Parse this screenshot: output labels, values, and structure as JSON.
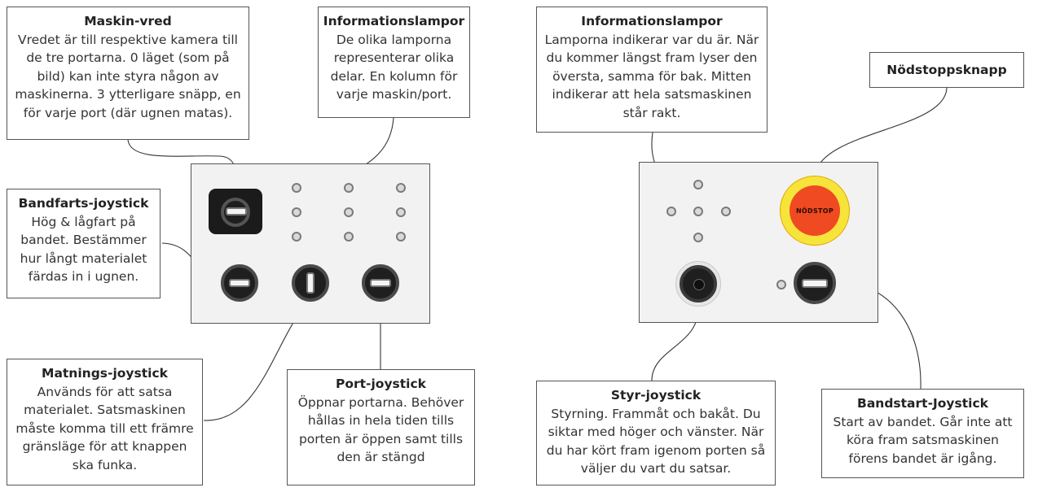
{
  "callouts": {
    "maskin_vred": {
      "title": "Maskin-vred",
      "body": "Vredet är till respektive kamera till de tre portarna. 0 läget (som på bild) kan inte styra någon av maskinerna. 3 ytterligare snäpp, en för varje port (där ugnen matas)."
    },
    "info_left": {
      "title": "Informationslampor",
      "body": "De olika lamporna representerar olika delar. En kolumn för varje maskin/port."
    },
    "bandfarts": {
      "title": "Bandfarts-joystick",
      "body": "Hög & lågfart på bandet. Bestämmer hur långt materialet färdas in i ugnen."
    },
    "matnings": {
      "title": "Matnings-joystick",
      "body": "Används för att satsa materialet. Satsmaskinen måste komma till ett främre gränsläge för att knappen ska funka."
    },
    "port": {
      "title": "Port-joystick",
      "body": "Öppnar portarna. Behöver hållas in hela tiden tills porten är öppen samt tills den är stängd"
    },
    "info_right": {
      "title": "Informationslampor",
      "body": "Lamporna indikerar var du är. När du kommer längst fram lyser den översta, samma för bak. Mitten indikerar att hela satsmaskinen står rakt."
    },
    "nodstopp": {
      "title": "Nödstoppsknapp"
    },
    "styr": {
      "title": "Styr-joystick",
      "body": "Styrning. Frammåt och bakåt. Du siktar med höger och vänster. När du har kört fram igenom porten så väljer du vart du satsar."
    },
    "bandstart": {
      "title": "Bandstart-Joystick",
      "body": "Start av bandet. Går inte att köra fram satsmaskinen förens bandet är igång."
    }
  },
  "estop": {
    "label": "NÖDSTOP"
  },
  "colors": {
    "panel": "#f2f2f2",
    "estop_red": "#f04a23",
    "estop_yellow": "#f7e43a",
    "knob": "#1f1f1f"
  }
}
